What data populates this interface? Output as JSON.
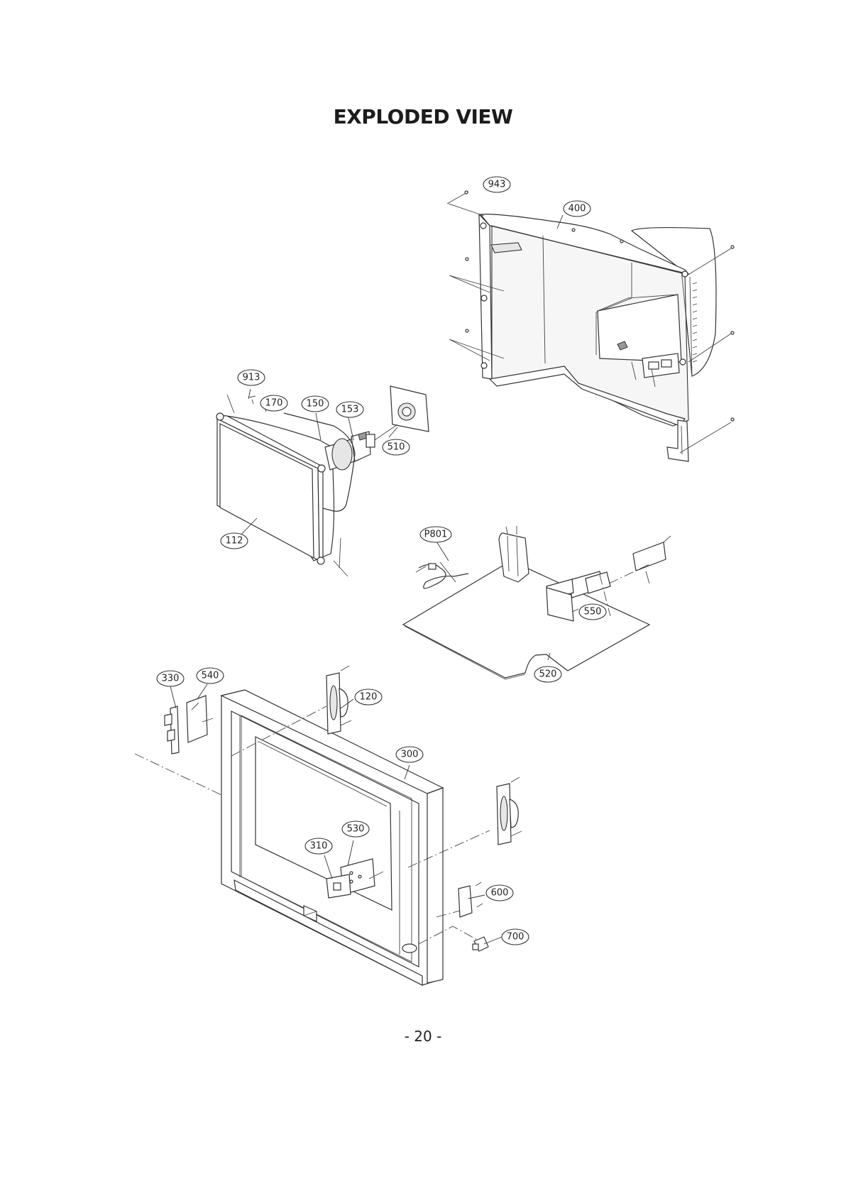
{
  "title": "EXPLODED VIEW",
  "page_number": "-  20  -",
  "callouts": [
    {
      "id": "943",
      "label": "943"
    },
    {
      "id": "400",
      "label": "400"
    },
    {
      "id": "913",
      "label": "913"
    },
    {
      "id": "170",
      "label": "170"
    },
    {
      "id": "150",
      "label": "150"
    },
    {
      "id": "153",
      "label": "153"
    },
    {
      "id": "510",
      "label": "510"
    },
    {
      "id": "112",
      "label": "112"
    },
    {
      "id": "P801",
      "label": "P801"
    },
    {
      "id": "550",
      "label": "550"
    },
    {
      "id": "520",
      "label": "520"
    },
    {
      "id": "330",
      "label": "330"
    },
    {
      "id": "540",
      "label": "540"
    },
    {
      "id": "120",
      "label": "120"
    },
    {
      "id": "300",
      "label": "300"
    },
    {
      "id": "530",
      "label": "530"
    },
    {
      "id": "310",
      "label": "310"
    },
    {
      "id": "600",
      "label": "600"
    },
    {
      "id": "700",
      "label": "700"
    }
  ]
}
